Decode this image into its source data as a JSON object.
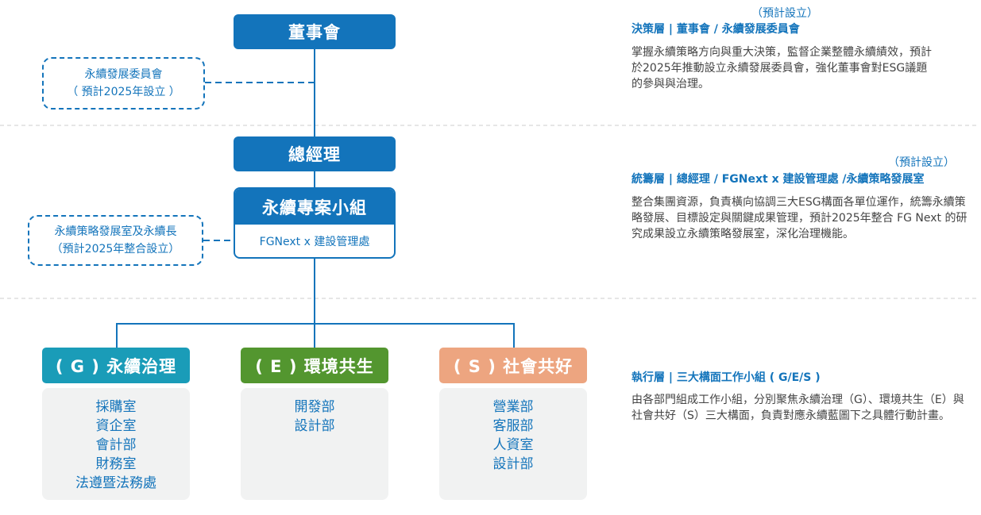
{
  "colors": {
    "primary": "#1374bb",
    "governance": "#1a9cb8",
    "environment": "#53962f",
    "social": "#eda580",
    "panel": "#f1f2f2",
    "divider": "#cccccc"
  },
  "board": {
    "label": "董事會"
  },
  "committee": {
    "line1": "永續發展委員會",
    "line2": "（ 預計2025年設立 ）"
  },
  "gm": {
    "label": "總經理"
  },
  "office": {
    "line1": "永續策略發展室及永續長",
    "line2": "（預計2025年整合設立）"
  },
  "project": {
    "title": "永續專案小組",
    "subtitle": "FGNext x 建設管理處"
  },
  "teams": [
    {
      "label": "( G ) 永續治理",
      "members": [
        "採購室",
        "資企室",
        "會計部",
        "財務室",
        "法遵暨法務處"
      ]
    },
    {
      "label": "( E ) 環境共生",
      "members": [
        "開發部",
        "設計部"
      ]
    },
    {
      "label": "( S ) 社會共好",
      "members": [
        "營業部",
        "客服部",
        "人資室",
        "設計部"
      ]
    }
  ],
  "sections": [
    {
      "note": "（預計設立）",
      "title": "決策層 | 董事會 / 永續發展委員會",
      "desc": "掌握永續策略方向與重大決策，監督企業整體永續績效，預計於2025年推動設立永續發展委員會，強化董事會對ESG議題的參與與治理。"
    },
    {
      "note": "（預計設立）",
      "title": "統籌層 | 總經理 / FGNext x 建設管理處 /永續策略發展室",
      "desc": "整合集團資源，負責橫向協調三大ESG構面各單位運作，統籌永續策略發展、目標設定與關鍵成果管理，預計2025年整合 FG Next 的研究成果設立永續策略發展室，深化治理機能。"
    },
    {
      "note": "",
      "title": "執行層 | 三大構面工作小組 ( G/E/S )",
      "desc": "由各部門組成工作小組，分別聚焦永續治理（G）、環境共生（E）與社會共好（S）三大構面，負責對應永續藍圖下之具體行動計畫。"
    }
  ]
}
